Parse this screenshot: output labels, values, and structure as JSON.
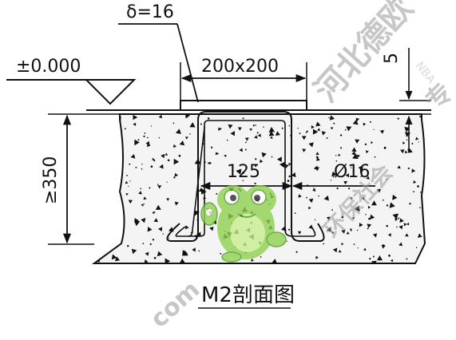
{
  "drawing": {
    "title": "M2剖面图",
    "labels": {
      "plate_thickness": "δ=16",
      "elevation": "±0.000",
      "plate_size": "200x200",
      "top_offset": "5",
      "embed_depth": "≥350",
      "bar_spacing": "125",
      "bar_diameter": "Ø16"
    }
  },
  "watermark": {
    "company": "河北德欧",
    "line2": "环保社会",
    "latin_fragment": "NBA",
    "partial_char": "专",
    "url_fragment": "com",
    "mascot": "frog-mascot"
  },
  "colors": {
    "line": "#111111",
    "concrete_fill": "#f2f2f2",
    "watermark_gray": "#9a9a9a",
    "mascot_green": "#8fd14f",
    "mascot_dark_green": "#4e9a2a"
  }
}
